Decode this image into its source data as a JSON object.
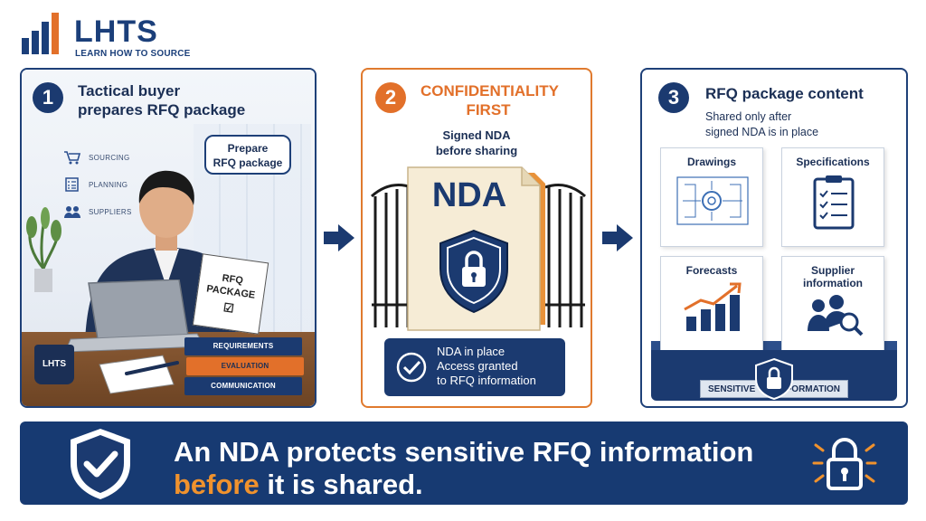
{
  "logo": {
    "title": "LHTS",
    "subtitle": "LEARN HOW TO SOURCE"
  },
  "colors": {
    "navy": "#1b3a70",
    "orange": "#e2702a",
    "accent_orange": "#f0922d"
  },
  "panel1": {
    "number": "1",
    "title_line1": "Tactical buyer",
    "title_line2": "prepares RFQ package",
    "side_items": [
      {
        "icon": "cart-icon",
        "label": "SOURCING"
      },
      {
        "icon": "checklist-icon",
        "label": "PLANNING"
      },
      {
        "icon": "people-icon",
        "label": "SUPPLIERS"
      }
    ],
    "bubble_line1": "Prepare",
    "bubble_line2": "RFQ package",
    "doc_line1": "RFQ",
    "doc_line2": "PACKAGE",
    "binders": [
      "REQUIREMENTS",
      "EVALUATION",
      "COMMUNICATION"
    ],
    "mug_label": "LHTS"
  },
  "panel2": {
    "number": "2",
    "title_line1": "CONFIDENTIALITY",
    "title_line2": "FIRST",
    "subtitle_line1": "Signed NDA",
    "subtitle_line2": "before sharing",
    "nda_label": "NDA",
    "note_line1": "NDA in place",
    "note_line2": "Access granted",
    "note_line3": "to RFQ information"
  },
  "panel3": {
    "number": "3",
    "title": "RFQ package content",
    "subtitle_line1": "Shared only after",
    "subtitle_line2": "signed NDA is in place",
    "cards": [
      {
        "icon": "drawing-icon",
        "line1": "Drawings",
        "line2": ""
      },
      {
        "icon": "clipboard-icon",
        "line1": "Specifications",
        "line2": ""
      },
      {
        "icon": "bar-chart-icon",
        "line1": "Forecasts",
        "line2": ""
      },
      {
        "icon": "people-search-icon",
        "line1": "Supplier",
        "line2": "information"
      }
    ],
    "tray_left": "SENSITIVE",
    "tray_right": "INFORMATION"
  },
  "banner": {
    "line1": "An NDA protects sensitive RFQ information",
    "line2_accent": "before",
    "line2_rest": " it is shared."
  }
}
